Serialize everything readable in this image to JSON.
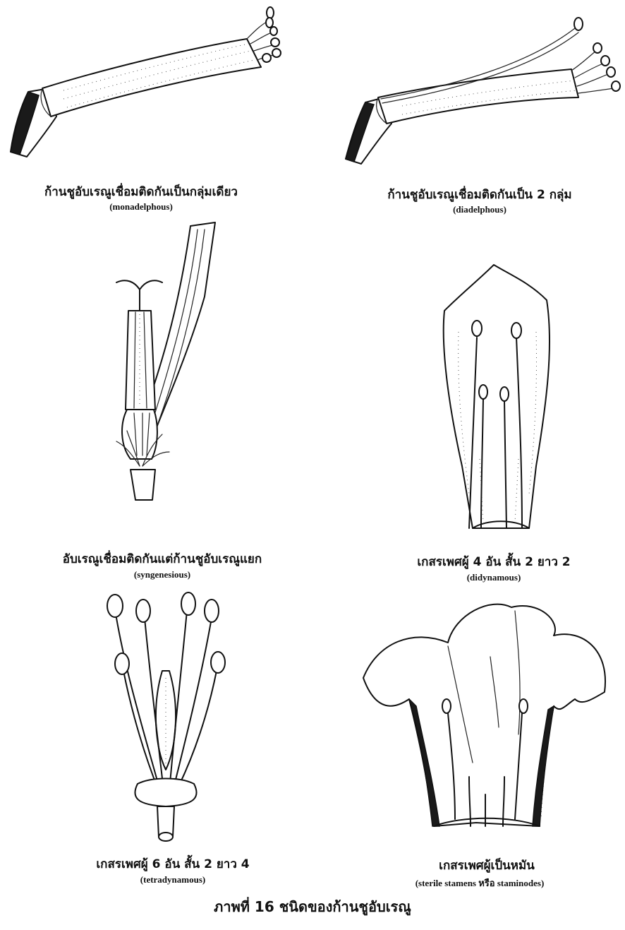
{
  "figures": [
    {
      "id": "monadelphous",
      "thai": "ก้านชูอับเรณูเชื่อมติดกันเป็นกลุ่มเดียว",
      "latin": "(monadelphous)"
    },
    {
      "id": "diadelphous",
      "thai": "ก้านชูอับเรณูเชื่อมติดกันเป็น 2 กลุ่ม",
      "latin": "(diadelphous)"
    },
    {
      "id": "syngenesious",
      "thai": "อับเรณูเชื่อมติดกันแต่ก้านชูอับเรณูแยก",
      "latin": "(syngenesious)"
    },
    {
      "id": "didynamous",
      "thai": "เกสรเพศผู้ 4 อัน สั้น 2 ยาว 2",
      "latin": "(didynamous)"
    },
    {
      "id": "tetradynamous",
      "thai": "เกสรเพศผู้ 6 อัน สั้น 2 ยาว 4",
      "latin": "(tetradynamous)"
    },
    {
      "id": "staminodes",
      "thai": "เกสรเพศผู้เป็นหมัน",
      "latin": "(sterile stamens หรือ staminodes)"
    }
  ],
  "title": "ภาพที่ 16  ชนิดของก้านชูอับเรณู"
}
